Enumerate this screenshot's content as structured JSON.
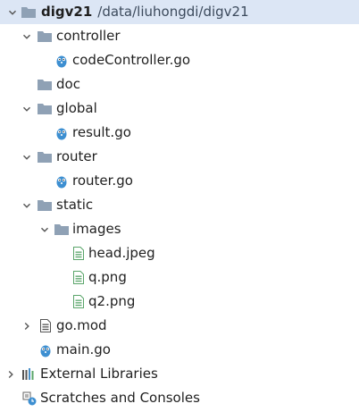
{
  "project_tree": {
    "root": {
      "name": "digv21",
      "path": "/data/liuhongdi/digv21"
    },
    "items": [
      {
        "label": "controller"
      },
      {
        "label": "codeController.go"
      },
      {
        "label": "doc"
      },
      {
        "label": "global"
      },
      {
        "label": "result.go"
      },
      {
        "label": "router"
      },
      {
        "label": "router.go"
      },
      {
        "label": "static"
      },
      {
        "label": "images"
      },
      {
        "label": "head.jpeg"
      },
      {
        "label": "q.png"
      },
      {
        "label": "q2.png"
      },
      {
        "label": "go.mod"
      },
      {
        "label": "main.go"
      }
    ],
    "external_libraries": "External Libraries",
    "scratches": "Scratches and Consoles"
  },
  "colors": {
    "selection": "#dce6f5",
    "folder": "#8fa1b5",
    "gopher": "#3d8fd1",
    "image_file": "#5aa56a"
  }
}
